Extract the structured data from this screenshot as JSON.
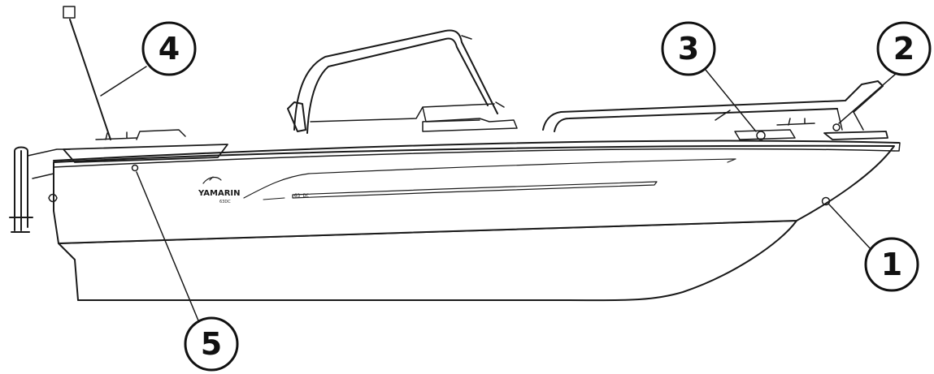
{
  "colors": {
    "line": "#1a1a1a",
    "background": "#ffffff"
  },
  "branding": {
    "logo": "YAMARIN",
    "logo_sub": "63DC",
    "model_marking": "63 DC"
  },
  "callouts": [
    {
      "id": "1",
      "label": "1"
    },
    {
      "id": "2",
      "label": "2"
    },
    {
      "id": "3",
      "label": "3"
    },
    {
      "id": "4",
      "label": "4"
    },
    {
      "id": "5",
      "label": "5"
    }
  ]
}
